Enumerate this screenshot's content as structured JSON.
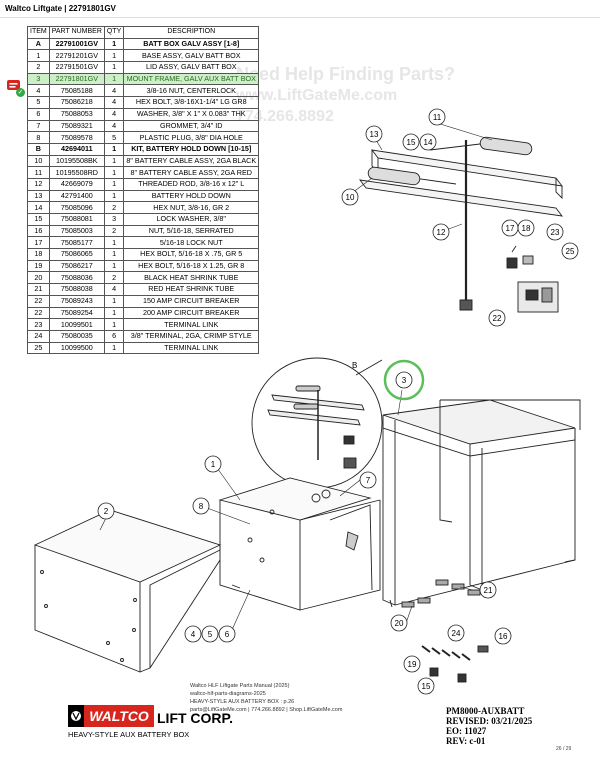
{
  "page": {
    "title": "Waltco Liftgate | 22791801GV",
    "page_number": "26 / 29"
  },
  "watermark": {
    "line1": "Need Help Finding Parts?",
    "line2": "www.LiftGateMe.com",
    "line3": "774.266.8892"
  },
  "table": {
    "headers": [
      "ITEM",
      "PART NUMBER",
      "QTY",
      "DESCRIPTION"
    ],
    "rows": [
      {
        "item": "A",
        "part": "22791001GV",
        "qty": "1",
        "desc": "BATT BOX GALV ASSY [1-8]",
        "kit": true
      },
      {
        "item": "1",
        "part": "22791201GV",
        "qty": "1",
        "desc": "BASE ASSY, GALV BATT BOX"
      },
      {
        "item": "2",
        "part": "22791501GV",
        "qty": "1",
        "desc": "LID ASSY, GALV BATT BOX"
      },
      {
        "item": "3",
        "part": "22791801GV",
        "qty": "1",
        "desc": "MOUNT FRAME, GALV AUX BATT BOX",
        "highlight": true
      },
      {
        "item": "4",
        "part": "75085188",
        "qty": "4",
        "desc": "3/8-16 NUT, CENTERLOCK"
      },
      {
        "item": "5",
        "part": "75086218",
        "qty": "4",
        "desc": "HEX BOLT, 3/8-16X1-1/4\" LG GR8"
      },
      {
        "item": "6",
        "part": "75088053",
        "qty": "4",
        "desc": "WASHER, 3/8\" X 1\" X 0.083\" THK"
      },
      {
        "item": "7",
        "part": "75089321",
        "qty": "4",
        "desc": "GROMMET, 3/4\" ID"
      },
      {
        "item": "8",
        "part": "75089578",
        "qty": "5",
        "desc": "PLASTIC PLUG, 3/8\" DIA HOLE"
      },
      {
        "item": "B",
        "part": "42694011",
        "qty": "1",
        "desc": "KIT, BATTERY HOLD DOWN [10-15]",
        "kit": true
      },
      {
        "item": "10",
        "part": "10195508BK",
        "qty": "1",
        "desc": "8\" BATTERY CABLE ASSY, 2GA BLACK"
      },
      {
        "item": "11",
        "part": "10195508RD",
        "qty": "1",
        "desc": "8\" BATTERY CABLE ASSY, 2GA RED"
      },
      {
        "item": "12",
        "part": "42669079",
        "qty": "1",
        "desc": "THREADED ROD, 3/8-16 x 12\" L"
      },
      {
        "item": "13",
        "part": "42791400",
        "qty": "1",
        "desc": "BATTERY HOLD DOWN"
      },
      {
        "item": "14",
        "part": "75085096",
        "qty": "2",
        "desc": "HEX NUT, 3/8-16, GR 2"
      },
      {
        "item": "15",
        "part": "75088081",
        "qty": "3",
        "desc": "LOCK WASHER, 3/8\""
      },
      {
        "item": "16",
        "part": "75085003",
        "qty": "2",
        "desc": "NUT, 5/16-18, SERRATED"
      },
      {
        "item": "17",
        "part": "75085177",
        "qty": "1",
        "desc": "5/16-18 LOCK NUT"
      },
      {
        "item": "18",
        "part": "75086065",
        "qty": "1",
        "desc": "HEX BOLT, 5/16-18 X .75, GR 5"
      },
      {
        "item": "19",
        "part": "75086217",
        "qty": "1",
        "desc": "HEX BOLT, 5/16-18 X 1.25, GR 8"
      },
      {
        "item": "20",
        "part": "75088036",
        "qty": "2",
        "desc": "BLACK HEAT SHRINK TUBE"
      },
      {
        "item": "21",
        "part": "75088038",
        "qty": "4",
        "desc": "RED HEAT SHRINK TUBE"
      },
      {
        "item": "22",
        "part": "75089243",
        "qty": "1",
        "desc": "150 AMP CIRCUIT BREAKER"
      },
      {
        "item": "22",
        "part": "75089254",
        "qty": "1",
        "desc": "200 AMP CIRCUIT BREAKER"
      },
      {
        "item": "23",
        "part": "10099501",
        "qty": "1",
        "desc": "TERMINAL LINK"
      },
      {
        "item": "24",
        "part": "75080035",
        "qty": "6",
        "desc": "3/8\" TERMINAL, 2GA, CRIMP STYLE"
      },
      {
        "item": "25",
        "part": "10099500",
        "qty": "1",
        "desc": "TERMINAL LINK"
      }
    ]
  },
  "callouts": {
    "c1": "1",
    "c2": "2",
    "c3": "3",
    "c4": "4",
    "c5": "5",
    "c6": "6",
    "c7": "7",
    "c8": "8",
    "c10": "10",
    "c11": "11",
    "c12": "12",
    "c13": "13",
    "c14": "14",
    "c15a": "15",
    "c15b": "15",
    "c16": "16",
    "c17": "17",
    "c18": "18",
    "c19": "19",
    "c20": "20",
    "c21": "21",
    "c22": "22",
    "c23": "23",
    "c24": "24",
    "c25": "25",
    "detail_b": "B"
  },
  "footer": {
    "credit1": "Waltco HLF Liftgate Parts Manual (2025)",
    "credit2": "waltco-hlf-parts-diagrams-2025",
    "credit3": "HEAVY-STYLE AUX BATTERY BOX : p.26",
    "credit4": "parts@LiftGateMe.com | 774.266.8892 | Shop.LiftGateMe.com",
    "logo_text": "WALTCO",
    "company": "LIFT CORP.",
    "subtitle": "HEAVY-STYLE AUX BATTERY BOX",
    "doc_no": "PM8000-AUXBATT",
    "revised": "REVISED: 03/21/2025",
    "eo": "EO: 11027",
    "rev": "REV: c-01"
  },
  "colors": {
    "highlight_bg": "#cdeec9",
    "highlight_ring": "#5cbf5c",
    "logo_red": "#d6261d"
  }
}
